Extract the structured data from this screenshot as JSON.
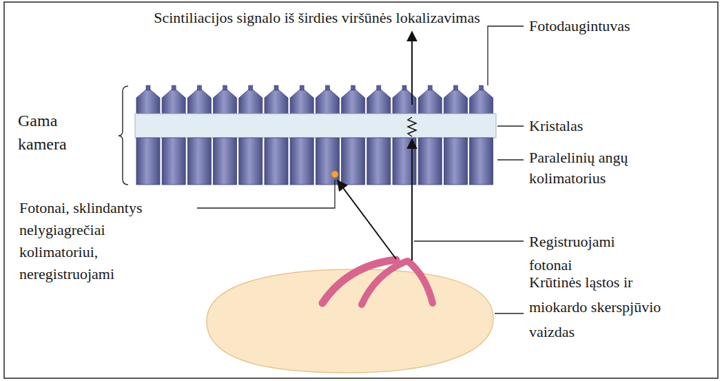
{
  "diagram": {
    "labels": [
      "Scintiliacijos signalo iš širdies viršūnės lokalizavimas",
      "Fotodaugintuvas",
      "Gama kamera",
      "Kristalas",
      "Paralelinių angų kolimatorius",
      "Fotonai, sklindantys nelygiagrečiai kolimatoriui, neregistruojami",
      "Registruojami fotonai",
      "Krūtinės ląstos ir miokardo skerspjūvio vaizdas"
    ]
  }
}
